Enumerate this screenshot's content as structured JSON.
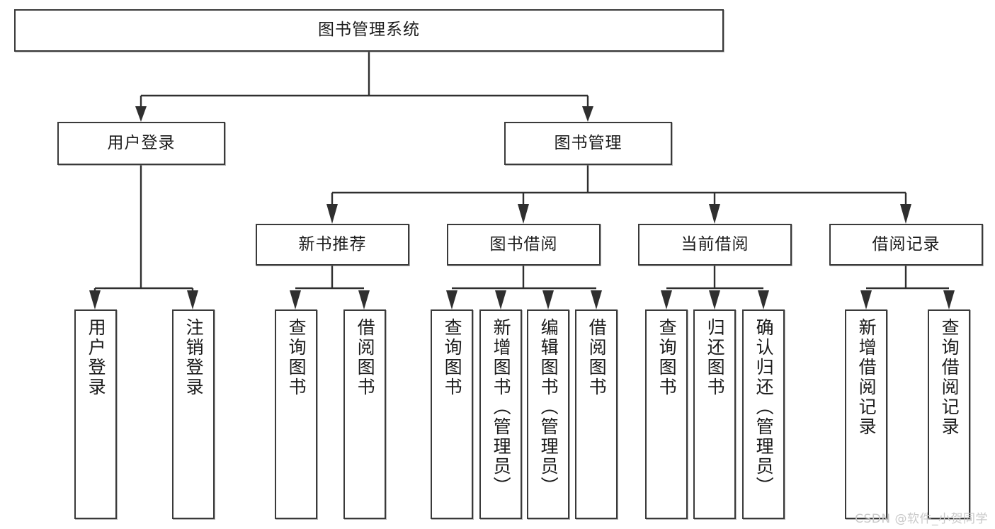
{
  "diagram": {
    "title_node": {
      "label": "图书管理系统"
    },
    "level2": [
      {
        "id": "user-login",
        "label": "用户登录"
      },
      {
        "id": "book-manage",
        "label": "图书管理"
      }
    ],
    "level3": [
      {
        "id": "new-book-recommend",
        "label": "新书推荐"
      },
      {
        "id": "book-borrow",
        "label": "图书借阅"
      },
      {
        "id": "current-borrow",
        "label": "当前借阅"
      },
      {
        "id": "borrow-record",
        "label": "借阅记录"
      }
    ],
    "leaves": [
      {
        "id": "leaf-user-login",
        "label": "用户登录"
      },
      {
        "id": "leaf-logout-login",
        "label": "注销登录"
      },
      {
        "id": "leaf-query-book-1",
        "label": "查询图书"
      },
      {
        "id": "leaf-borrow-book-1",
        "label": "借阅图书"
      },
      {
        "id": "leaf-query-book-2",
        "label": "查询图书"
      },
      {
        "id": "leaf-add-book",
        "label": "新增图书（管理员）"
      },
      {
        "id": "leaf-edit-book",
        "label": "编辑图书（管理员）"
      },
      {
        "id": "leaf-borrow-book-2",
        "label": "借阅图书"
      },
      {
        "id": "leaf-query-book-3",
        "label": "查询图书"
      },
      {
        "id": "leaf-return-book",
        "label": "归还图书"
      },
      {
        "id": "leaf-confirm-return",
        "label": "确认归还（管理员）"
      },
      {
        "id": "leaf-add-record",
        "label": "新增借阅记录"
      },
      {
        "id": "leaf-query-record",
        "label": "查询借阅记录"
      }
    ]
  },
  "watermark": {
    "text": "CSDN @软件_小贺同学"
  },
  "colors": {
    "box_border": "#3a3a3a",
    "connector": "#2f2f2f",
    "background": "#ffffff",
    "text": "#1b1b1b",
    "watermark": "#c9c9c9"
  }
}
